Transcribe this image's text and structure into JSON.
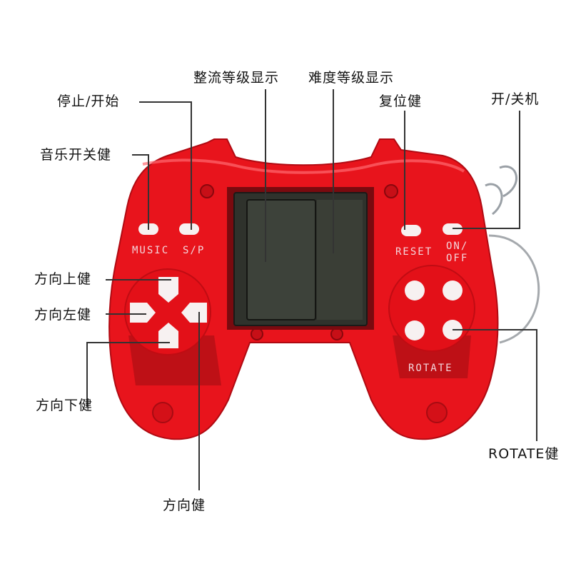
{
  "diagram": {
    "subject": "Handheld brick game console (red translucent gamepad shape)",
    "colors": {
      "body": "#e8141c",
      "body_dark": "#b00a12",
      "body_light": "#ff4a50",
      "screen": "#3c3f38",
      "button": "#f7f1f1",
      "leader_line": "#333333"
    },
    "callouts": [
      {
        "id": "score_level",
        "text": "整流等级显示"
      },
      {
        "id": "difficulty_level",
        "text": "难度等级显示"
      },
      {
        "id": "stop_start",
        "text": "停止/开始"
      },
      {
        "id": "reset",
        "text": "复位健"
      },
      {
        "id": "power",
        "text": "开/关机"
      },
      {
        "id": "music",
        "text": "音乐开关健"
      },
      {
        "id": "up",
        "text": "方向上健"
      },
      {
        "id": "left",
        "text": "方向左健"
      },
      {
        "id": "down",
        "text": "方向下健"
      },
      {
        "id": "direction",
        "text": "方向健"
      },
      {
        "id": "rotate",
        "text": "ROTATE健"
      }
    ],
    "device_print": {
      "music": "MUSIC",
      "sp": "S/P",
      "reset": "RESET",
      "on": "ON/",
      "off": "OFF",
      "rotate": "ROTATE"
    }
  }
}
